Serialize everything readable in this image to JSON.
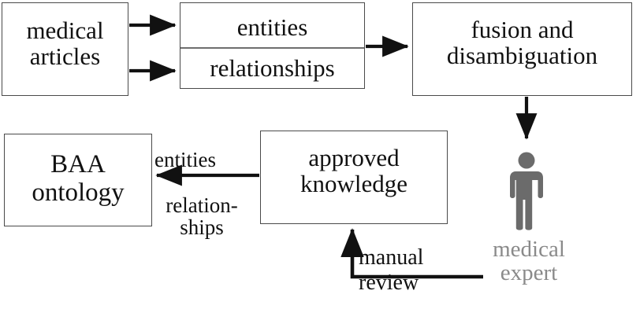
{
  "diagram": {
    "title": "BAA ontology knowledge-acquisition pipeline",
    "colors": {
      "box_border": "#4a4a4a",
      "arrow": "#111111",
      "text": "#111111",
      "actor_gray": "#6b6b6b",
      "expert_label_gray": "#8a8a8a",
      "background": "#ffffff"
    },
    "nodes": [
      {
        "id": "medical-articles",
        "label": "medical\narticles"
      },
      {
        "id": "entities",
        "label": "entities"
      },
      {
        "id": "relationships",
        "label": "relationships"
      },
      {
        "id": "fusion",
        "label": "fusion and\ndisambiguation"
      },
      {
        "id": "approved",
        "label": "approved\nknowledge"
      },
      {
        "id": "baa",
        "label": "BAA\nontology"
      }
    ],
    "actor": {
      "id": "medical-expert",
      "label": "medical\nexpert",
      "icon": "person-icon"
    },
    "edges": [
      {
        "id": "articles-to-entities",
        "from": "medical-articles",
        "to": "entities",
        "label": ""
      },
      {
        "id": "articles-to-relationships",
        "from": "medical-articles",
        "to": "relationships",
        "label": ""
      },
      {
        "id": "entrel-to-fusion",
        "from": "entities-relationships",
        "to": "fusion",
        "label": ""
      },
      {
        "id": "fusion-to-expert",
        "from": "fusion",
        "to": "medical-expert",
        "label": ""
      },
      {
        "id": "expert-to-approved",
        "from": "medical-expert",
        "to": "approved",
        "label_line1": "manual",
        "label_line2": "review"
      },
      {
        "id": "approved-to-baa",
        "from": "approved",
        "to": "baa",
        "label_above": "entities",
        "label_below": "relation-\nships"
      }
    ]
  }
}
